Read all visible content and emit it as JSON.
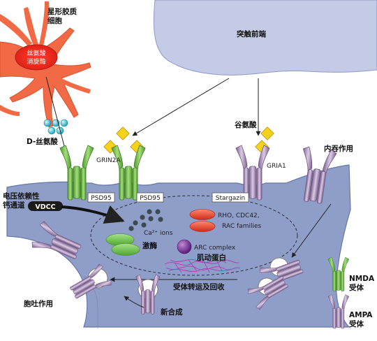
{
  "labels": {
    "presynaptic": "突触前端",
    "astrocyte": "星形胶质细胞",
    "serine_racemase": "丝氨酸消旋酶",
    "d_serine": "D-丝氨酸",
    "glutamate": "谷氨酸",
    "endocytosis": "内吞作用",
    "grin2a": "GRIN2A",
    "gria1": "GRIA1",
    "psd95_a": "PSD95",
    "psd95_b": "PSD95",
    "stargazin": "Stargazin",
    "vdcc_desc": "电压依赖性钙通道",
    "vdcc": "VDCC",
    "ca_ions": "Ca²⁺ ions",
    "gtpases": "RHO, CDC42, RAC families",
    "kinase": "激酶",
    "arc": "ARC complex",
    "actin": "肌动蛋白",
    "trafficking": "受体转运及回收",
    "exocytosis": "胞吐作用",
    "synthesis": "新合成",
    "legend_nmda": "NMDA受体",
    "legend_ampa": "AMPA受体"
  },
  "colors": {
    "astrocyte": "#f26a45",
    "postsynaptic": "#8e9cc8",
    "presynaptic": "#c3cbe6",
    "nmda_receptor": "#7cbf55",
    "ampa_receptor": "#b39abf",
    "glutamate": "#f7d21c",
    "d_serine": "#46c6d6",
    "calcium": "#3c4b52",
    "gtpase": "#e0402c",
    "kinase": "#6cbf4a",
    "arc": "#7b3a96",
    "actin": "#b23bb5"
  }
}
